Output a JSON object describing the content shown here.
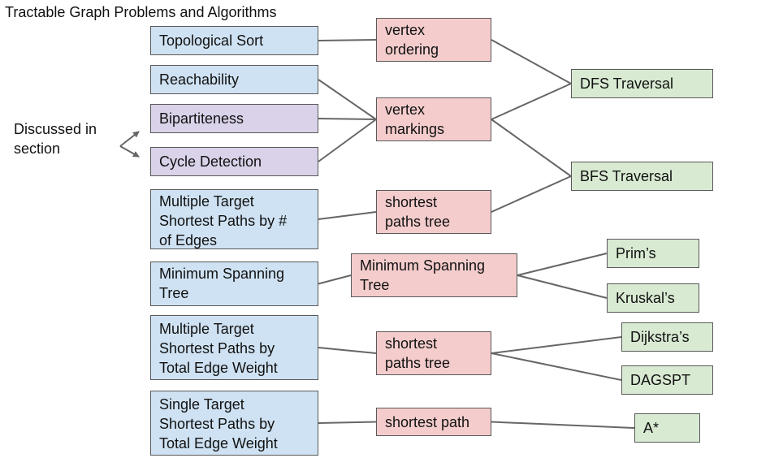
{
  "title": "Tractable Graph Problems and Algorithms",
  "side_note": "Discussed in\nsection",
  "problems": [
    {
      "id": "topo",
      "label": "Topological Sort",
      "color": "#cfe2f3"
    },
    {
      "id": "reach",
      "label": "Reachability",
      "color": "#cfe2f3"
    },
    {
      "id": "bip",
      "label": "Bipartiteness",
      "color": "#d9d2e9"
    },
    {
      "id": "cycle",
      "label": "Cycle Detection",
      "color": "#d9d2e9"
    },
    {
      "id": "mtsp_edges",
      "label": "Multiple Target\nShortest Paths by #\nof Edges",
      "color": "#cfe2f3"
    },
    {
      "id": "mst_problem",
      "label": "Minimum Spanning\nTree",
      "color": "#cfe2f3"
    },
    {
      "id": "mtsp_weight",
      "label": "Multiple Target\nShortest Paths by\nTotal Edge Weight",
      "color": "#cfe2f3"
    },
    {
      "id": "stsp_weight",
      "label": "Single Target\nShortest Paths by\nTotal Edge Weight",
      "color": "#cfe2f3"
    }
  ],
  "outputs": [
    {
      "id": "vertex_ordering",
      "label": "vertex\nordering",
      "color": "#f4cccc"
    },
    {
      "id": "vertex_markings",
      "label": "vertex\nmarkings",
      "color": "#f4cccc"
    },
    {
      "id": "spt1",
      "label": "shortest\npaths tree",
      "color": "#f4cccc"
    },
    {
      "id": "mst_output",
      "label": "Minimum Spanning\nTree",
      "color": "#f4cccc"
    },
    {
      "id": "spt2",
      "label": "shortest\npaths tree",
      "color": "#f4cccc"
    },
    {
      "id": "sp",
      "label": "shortest path",
      "color": "#f4cccc"
    }
  ],
  "algorithms": [
    {
      "id": "dfs",
      "label": "DFS Traversal",
      "color": "#d9ead3"
    },
    {
      "id": "bfs",
      "label": "BFS Traversal",
      "color": "#d9ead3"
    },
    {
      "id": "prim",
      "label": "Prim’s",
      "color": "#d9ead3"
    },
    {
      "id": "kruskal",
      "label": "Kruskal’s",
      "color": "#d9ead3"
    },
    {
      "id": "dijkstra",
      "label": "Dijkstra’s",
      "color": "#d9ead3"
    },
    {
      "id": "dagspt",
      "label": "DAGSPT",
      "color": "#d9ead3"
    },
    {
      "id": "astar",
      "label": "A*",
      "color": "#d9ead3"
    }
  ],
  "connections": [
    [
      "topo",
      "vertex_ordering"
    ],
    [
      "reach",
      "vertex_markings"
    ],
    [
      "bip",
      "vertex_markings"
    ],
    [
      "cycle",
      "vertex_markings"
    ],
    [
      "mtsp_edges",
      "spt1"
    ],
    [
      "mst_problem",
      "mst_output"
    ],
    [
      "mtsp_weight",
      "spt2"
    ],
    [
      "stsp_weight",
      "sp"
    ],
    [
      "vertex_ordering",
      "dfs"
    ],
    [
      "vertex_markings",
      "dfs"
    ],
    [
      "vertex_markings",
      "bfs"
    ],
    [
      "spt1",
      "bfs"
    ],
    [
      "mst_output",
      "prim"
    ],
    [
      "mst_output",
      "kruskal"
    ],
    [
      "spt2",
      "dijkstra"
    ],
    [
      "spt2",
      "dagspt"
    ],
    [
      "sp",
      "astar"
    ]
  ],
  "side_note_targets": [
    "bip",
    "cycle"
  ],
  "line_color": "#666666"
}
